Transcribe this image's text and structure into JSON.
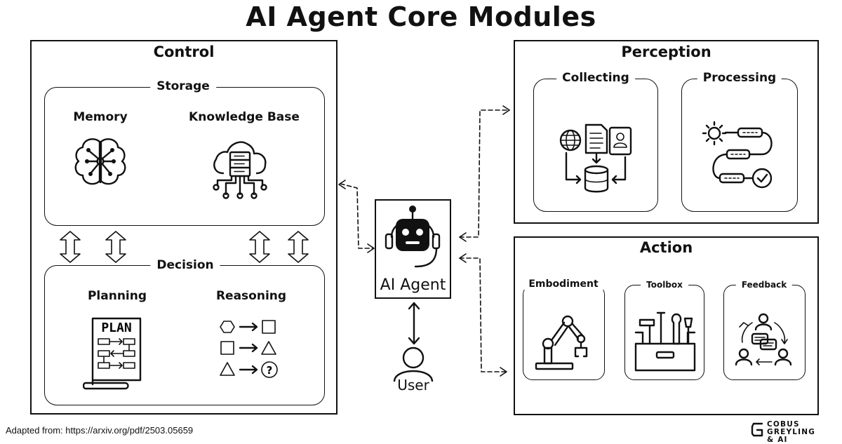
{
  "title": "AI Agent Core Modules",
  "control": {
    "title": "Control",
    "storage": {
      "label": "Storage",
      "memory": "Memory",
      "knowledge_base": "Knowledge Base"
    },
    "decision": {
      "label": "Decision",
      "planning": "Planning",
      "reasoning": "Reasoning",
      "plan_text": "PLAN"
    }
  },
  "perception": {
    "title": "Perception",
    "collecting": "Collecting",
    "processing": "Processing"
  },
  "action": {
    "title": "Action",
    "embodiment": "Embodiment",
    "toolbox": "Toolbox",
    "feedback": "Feedback"
  },
  "agent": {
    "label": "AI Agent"
  },
  "user": {
    "label": "User"
  },
  "footer": {
    "source": "Adapted from: https://arxiv.org/pdf/2503.05659"
  },
  "brand": {
    "line1": "COBUS GREYLING",
    "line2": "& AI"
  }
}
